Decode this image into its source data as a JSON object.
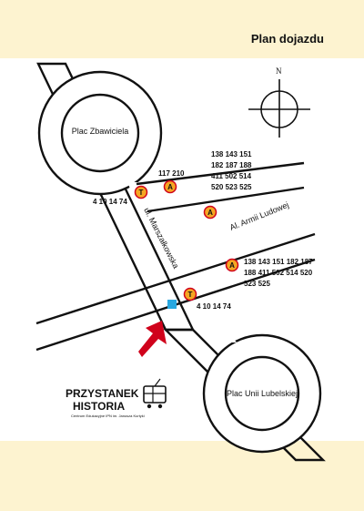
{
  "title": "Plan dojazdu",
  "compass": {
    "north_label": "N"
  },
  "places": {
    "plac_zbawiciela": "Plac Zbawiciela",
    "plac_unii_lubelskiej": "Plac Unii Lubelskiej"
  },
  "streets": {
    "marszalkowska": "ul. Marszałkowska",
    "armii_ludowej": "Al. Armii Ludowej"
  },
  "stops": {
    "bus_top_letter": "A",
    "bus_top_lines": "117 210",
    "tram_top_letter": "T",
    "tram_top_lines": "4 10 14 74",
    "bus_mid_letter": "A",
    "bus_mid_lines": [
      "138 143 151",
      "182 187 188",
      "411 502 514",
      "520 523 525"
    ],
    "bus_low_letter": "A",
    "bus_low_lines": [
      "138 143 151 182 187",
      "188 411 502 514 520",
      "523 525"
    ],
    "tram_low_letter": "T",
    "tram_low_lines": "4 10 14 74"
  },
  "logo": {
    "line1": "PRZYSTANEK",
    "line2": "HISTORIA",
    "subtitle": "Centrum Edukacyjne IPN im. Janusza Kurtyki"
  },
  "colors": {
    "band": "#fdf3d0",
    "stop_fill": "#f5a623",
    "stop_ring": "#d0021b",
    "destination": "#29a8e0",
    "arrow": "#d0021b"
  }
}
